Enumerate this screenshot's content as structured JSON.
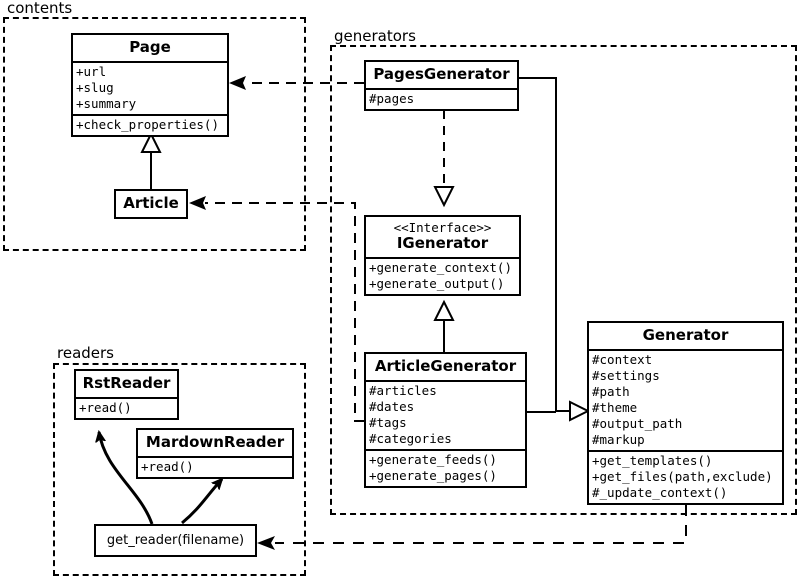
{
  "diagram": {
    "type": "uml-class-diagram",
    "title": "Pelican static site generator class diagram"
  },
  "packages": [
    {
      "id": "contents",
      "label": "contents"
    },
    {
      "id": "generators",
      "label": "generators"
    },
    {
      "id": "readers",
      "label": "readers"
    }
  ],
  "classes": {
    "page": {
      "name": "Page",
      "attributes": [
        "+url",
        "+slug",
        "+summary"
      ],
      "operations": [
        "+check_properties()"
      ]
    },
    "article": {
      "name": "Article",
      "attributes": [],
      "operations": []
    },
    "pages_generator": {
      "name": "PagesGenerator",
      "attributes": [
        "#pages"
      ],
      "operations": []
    },
    "igenerator": {
      "stereotype": "<<Interface>>",
      "name": "IGenerator",
      "attributes": [],
      "operations": [
        "+generate_context()",
        "+generate_output()"
      ]
    },
    "article_generator": {
      "name": "ArticleGenerator",
      "attributes": [
        "#articles",
        "#dates",
        "#tags",
        "#categories"
      ],
      "operations": [
        "+generate_feeds()",
        "+generate_pages()"
      ]
    },
    "generator": {
      "name": "Generator",
      "attributes": [
        "#context",
        "#settings",
        "#path",
        "#theme",
        "#output_path",
        "#markup"
      ],
      "operations": [
        "+get_templates()",
        "+get_files(path,exclude)",
        "#_update_context()"
      ]
    },
    "rst_reader": {
      "name": "RstReader",
      "attributes": [],
      "operations": [
        "+read()"
      ]
    },
    "mardown_reader": {
      "name": "MardownReader",
      "attributes": [],
      "operations": [
        "+read()"
      ]
    },
    "get_reader": {
      "name": "get_reader(filename)",
      "attributes": [],
      "operations": []
    }
  },
  "relationships": [
    {
      "id": "article-inherits-page",
      "type": "generalization",
      "from": "Article",
      "to": "Page"
    },
    {
      "id": "pagesgenerator-realizes-igenerator",
      "type": "realization",
      "from": "PagesGenerator",
      "to": "IGenerator"
    },
    {
      "id": "articlegenerator-realizes-igenerator",
      "type": "realization",
      "from": "ArticleGenerator",
      "to": "IGenerator"
    },
    {
      "id": "pagesgenerator-inherits-generator",
      "type": "generalization",
      "from": "PagesGenerator",
      "to": "Generator"
    },
    {
      "id": "articlegenerator-inherits-generator",
      "type": "generalization",
      "from": "ArticleGenerator",
      "to": "Generator"
    },
    {
      "id": "pagesgenerator-uses-page",
      "type": "dependency",
      "from": "PagesGenerator",
      "to": "Page"
    },
    {
      "id": "articlegenerator-uses-article",
      "type": "dependency",
      "from": "ArticleGenerator",
      "to": "Article"
    },
    {
      "id": "generator-uses-get-reader",
      "type": "dependency",
      "from": "Generator",
      "to": "get_reader(filename)"
    },
    {
      "id": "get-reader-creates-rstreader",
      "type": "creates",
      "from": "get_reader(filename)",
      "to": "RstReader"
    },
    {
      "id": "get-reader-creates-mardownreader",
      "type": "creates",
      "from": "get_reader(filename)",
      "to": "MardownReader"
    }
  ],
  "colors": {
    "stroke": "#000000",
    "background": "#ffffff",
    "text": "#000000"
  }
}
